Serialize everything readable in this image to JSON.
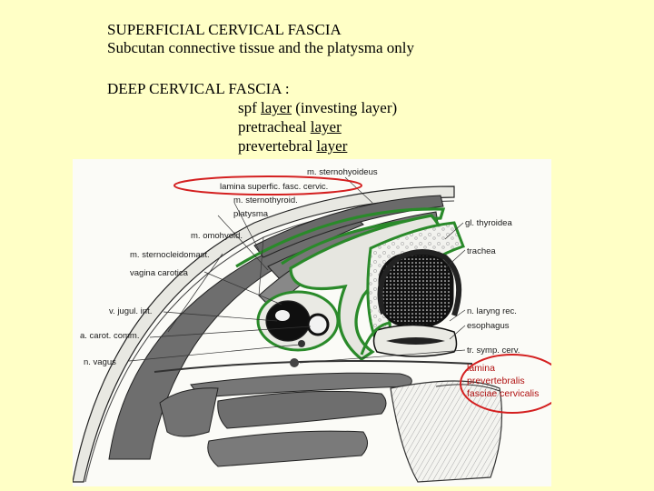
{
  "slide": {
    "superficial_title": "SUPERFICIAL CERVICAL FASCIA",
    "superficial_desc": "Subcutan connective tissue and the platysma only",
    "deep_title": "DEEP CERVICAL FASCIA :",
    "layers": [
      {
        "prefix": "spf ",
        "word": "layer",
        "suffix": " (investing layer)"
      },
      {
        "prefix": "pretracheal ",
        "word": "layer",
        "suffix": ""
      },
      {
        "prefix": "prevertebral ",
        "word": "layer",
        "suffix": ""
      }
    ]
  },
  "figure": {
    "labels": {
      "sternohyoideus": "m. sternohyoideus",
      "lamina_superfic": "lamina superfic. fasc. cervic.",
      "sternothyroid": "m. sternothyroid.",
      "platysma": "platysma",
      "omohyoid": "m. omohyoid.",
      "sternocleidomast": "m. sternocleidomast.",
      "vagina_carotica": "vagina carotica",
      "v_jugul": "v. jugul. int.",
      "a_carot": "a. carot. comm.",
      "n_vagus": "n. vagus",
      "gl_thyroidea": "gl. thyroidea",
      "trachea": "trachea",
      "n_laryng": "n. laryng rec.",
      "esophagus": "esophagus",
      "tr_symp": "tr. symp. cerv.",
      "prevert_1": "lamina",
      "prevert_2": "prevertebralis",
      "prevert_3": "fasciae cervicalis"
    },
    "colors": {
      "fascia_green": "#2a8a2a",
      "highlight_red": "#d42020",
      "slide_background": "#ffffc6"
    }
  }
}
